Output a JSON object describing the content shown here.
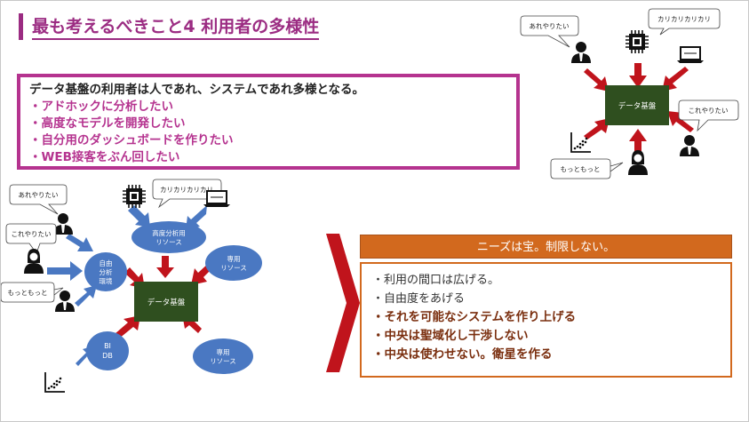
{
  "title": "最も考えるべきこと4  利用者の多様性",
  "point": {
    "lead": "データ基盤の利用者は人であれ、システムであれ多様となる。",
    "bullets": [
      "・アドホックに分析したい",
      "・高度なモデルを開発したい",
      "・自分用のダッシュボードを作りたい",
      "・WEB接客をぶん回したい"
    ]
  },
  "top_right_diagram": {
    "center": "データ基盤",
    "bubble_arevaritai": "あれやりたい",
    "bubble_karikari": "カリカリカリカリ",
    "bubble_koreyaritai": "これやりたい",
    "bubble_mottomotto": "もっともっと"
  },
  "left_diagram": {
    "center": "データ基盤",
    "bubble_arevaritai": "あれやりたい",
    "bubble_koreyaritai": "これやりたい",
    "bubble_mottomotto": "もっともっと",
    "bubble_karikari": "カリカリカリカリ",
    "node_free_1": "自由",
    "node_free_2": "分析",
    "node_free_3": "環境",
    "node_advanced_1": "高度分析用",
    "node_advanced_2": "リソース",
    "node_dedicated_a_1": "専用",
    "node_dedicated_a_2": "リソース",
    "node_dedicated_b_1": "専用",
    "node_dedicated_b_2": "リソース",
    "node_bidb_1": "BI",
    "node_bidb_2": "DB"
  },
  "conclusion": {
    "heading": "ニーズは宝。制限しない。",
    "plain": [
      "・利用の間口は広げる。",
      "・自由度をあげる"
    ],
    "bold": [
      "・それを可能なシステムを作り上げる",
      "・中央は聖域化し干渉しない",
      "・中央は使わせない。衛星を作る"
    ]
  },
  "colors": {
    "magenta": "#b5338f",
    "title_purple": "#9b2c82",
    "dark_green": "#2f4f1f",
    "red_arrow": "#c0141c",
    "blue_node": "#4a78c2",
    "orange": "#d2691e"
  },
  "icons": [
    "person-icon",
    "chip-icon",
    "laptop-icon",
    "scatter-chart-icon"
  ]
}
